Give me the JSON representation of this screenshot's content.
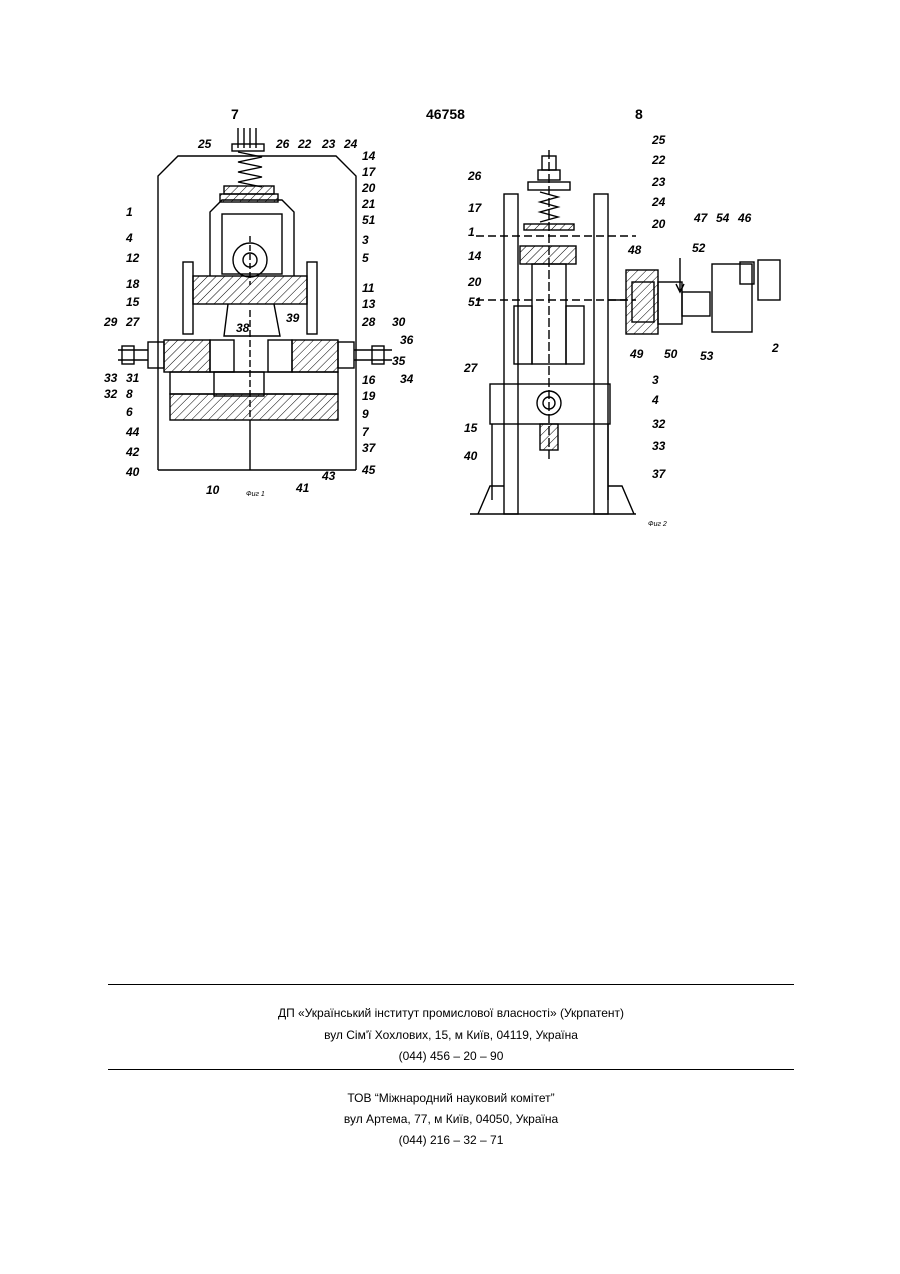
{
  "header": {
    "page_left": "7",
    "patent_number": "46758",
    "page_right": "8"
  },
  "figure1": {
    "caption": "Фиг 1",
    "labels": [
      "25",
      "26",
      "22",
      "23",
      "24",
      "14",
      "17",
      "20",
      "21",
      "51",
      "3",
      "5",
      "11",
      "13",
      "28",
      "30",
      "36",
      "35",
      "34",
      "1",
      "4",
      "12",
      "18",
      "15",
      "29",
      "27",
      "33",
      "31",
      "32",
      "8",
      "6",
      "44",
      "42",
      "40",
      "38",
      "39",
      "10",
      "41",
      "43",
      "37",
      "45",
      "7",
      "9",
      "19",
      "16"
    ]
  },
  "figure2": {
    "caption": "Фиг 2",
    "labels": [
      "25",
      "22",
      "23",
      "24",
      "26",
      "17",
      "20",
      "1",
      "14",
      "20",
      "51",
      "48",
      "47",
      "54",
      "46",
      "52",
      "49",
      "50",
      "53",
      "2",
      "3",
      "4",
      "27",
      "32",
      "15",
      "33",
      "40",
      "37"
    ]
  },
  "footer": {
    "block1": {
      "line1": "ДП «Український інститут промислової власності» (Укрпатент)",
      "line2": "вул  Сім'ї Хохлових, 15, м  Київ, 04119, Україна",
      "line3": "(044) 456 – 20 –  90"
    },
    "block2": {
      "line1": "ТОВ “Міжнародний науковий комітет”",
      "line2": "вул  Артема, 77, м  Київ, 04050, Україна",
      "line3": "(044) 216 – 32 – 71"
    }
  }
}
